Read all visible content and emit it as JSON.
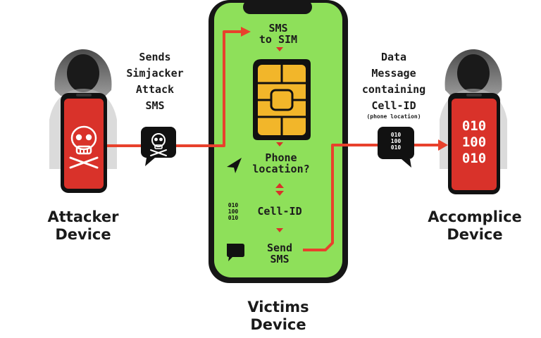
{
  "attacker": {
    "title_line1": "Attacker",
    "title_line2": "Device",
    "action_line1": "Sends",
    "action_line2": "Simjacker",
    "action_line3": "Attack",
    "action_line4": "SMS"
  },
  "victim": {
    "title_line1": "Victims",
    "title_line2": "Device",
    "steps": {
      "sms_to_sim_line1": "SMS",
      "sms_to_sim_line2": "to SIM",
      "location_line1": "Phone",
      "location_line2": "location?",
      "cell_id": "Cell-ID",
      "send_line1": "Send",
      "send_line2": "SMS"
    },
    "binary": [
      "010",
      "100",
      "010"
    ]
  },
  "accomplice": {
    "title_line1": "Accomplice",
    "title_line2": "Device",
    "message_line1": "Data",
    "message_line2": "Message",
    "message_line3": "containing",
    "message_line4": "Cell-ID",
    "message_note": "(phone location)",
    "screen_binary": [
      "010",
      "100",
      "010"
    ],
    "bubble_binary": [
      "010",
      "100",
      "010"
    ]
  },
  "icons": {
    "attacker_screen": "skull-icon",
    "sms_bubble": "skull-message-icon",
    "data_bubble": "binary-message-icon",
    "sim": "sim-card-icon",
    "location": "location-arrow-icon",
    "chat": "chat-bubble-icon",
    "hacker": "hooded-hacker-icon"
  },
  "colors": {
    "arrow": "#e8412c",
    "phone_red": "#d9322a",
    "phone_screen": "#8ee05a",
    "sim_gold": "#f2b62a",
    "dark": "#111111"
  }
}
